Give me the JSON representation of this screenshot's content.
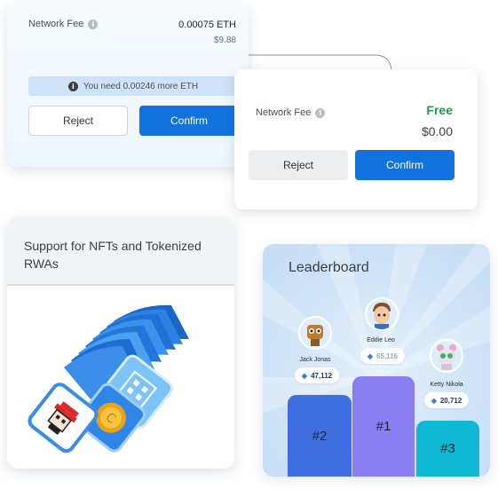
{
  "fee_card_insufficient": {
    "label": "Network Fee",
    "eth_amount": "0.00075 ETH",
    "usd_amount": "$9.88",
    "warning": "You need 0.00246 more ETH",
    "reject_label": "Reject",
    "confirm_label": "Confirm"
  },
  "fee_card_free": {
    "label": "Network Fee",
    "free_label": "Free",
    "amount": "$0.00",
    "reject_label": "Reject",
    "confirm_label": "Confirm"
  },
  "nft_card": {
    "title": "Support for NFTs and Tokenized RWAs"
  },
  "leaderboard": {
    "title": "Leaderboard",
    "players": [
      {
        "rank": "#2",
        "name": "Jack Jonas",
        "score": "47,112"
      },
      {
        "rank": "#1",
        "name": "Eddie Leo",
        "score": "65,116"
      },
      {
        "rank": "#3",
        "name": "Ketty Nikola",
        "score": "20,712"
      }
    ]
  },
  "icons": [
    "info-icon",
    "diamond-icon",
    "arrow-icon"
  ],
  "colors": {
    "primary": "#1273de",
    "success": "#1f9c4a",
    "podium_1": "#8a7ef2",
    "podium_2": "#3f6fe0",
    "podium_3": "#10b9d3"
  }
}
